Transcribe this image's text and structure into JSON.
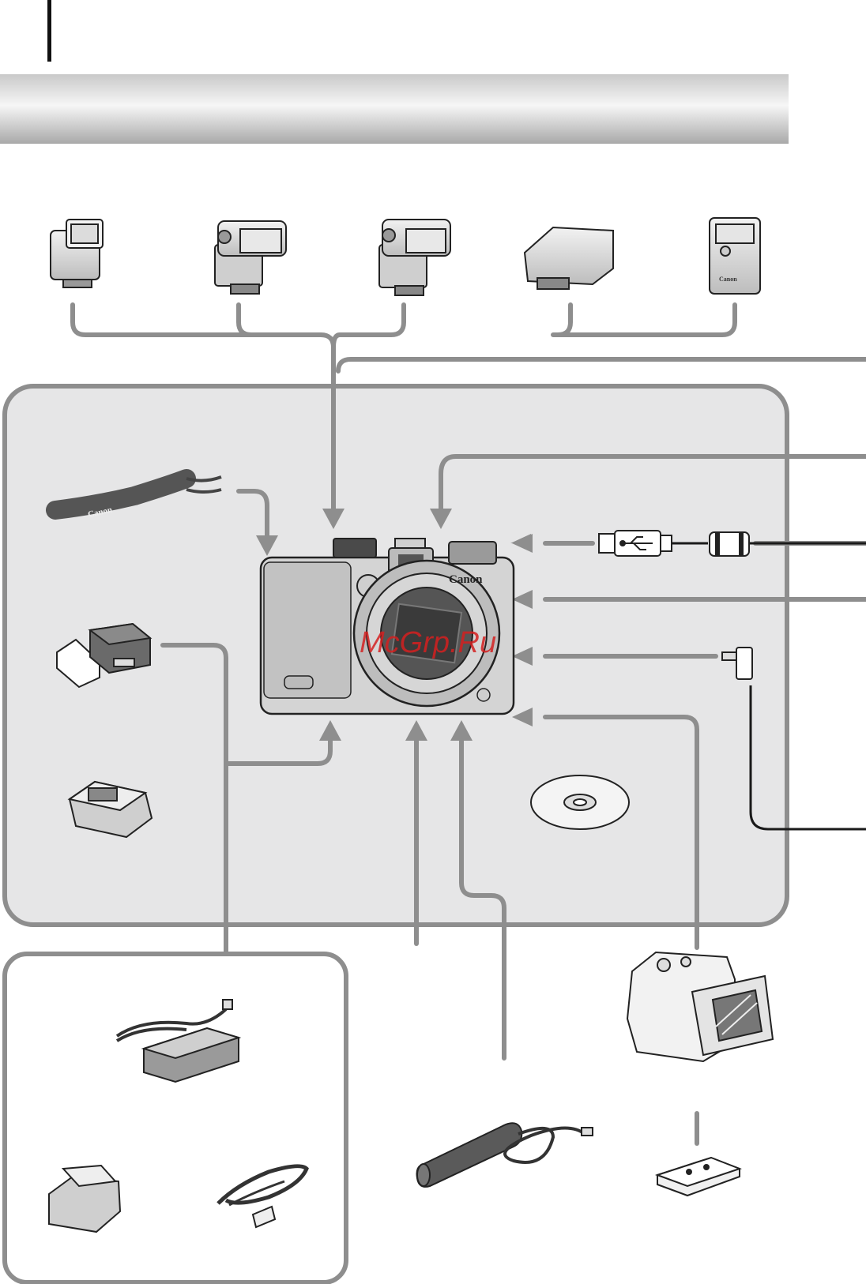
{
  "brand": {
    "camera_logo": "Canon",
    "strap_logo": "Canon",
    "flash_logo": "Canon"
  },
  "watermark": "McGrp.Ru",
  "colors": {
    "header_band": "#b8b8b8",
    "main_panel": "#e6e6e7",
    "line_gray": "#8e8e8e",
    "line_dark": "#1a1a1a",
    "watermark_red": "#d42020"
  },
  "icons": {
    "usb": "usb-trident-icon"
  }
}
